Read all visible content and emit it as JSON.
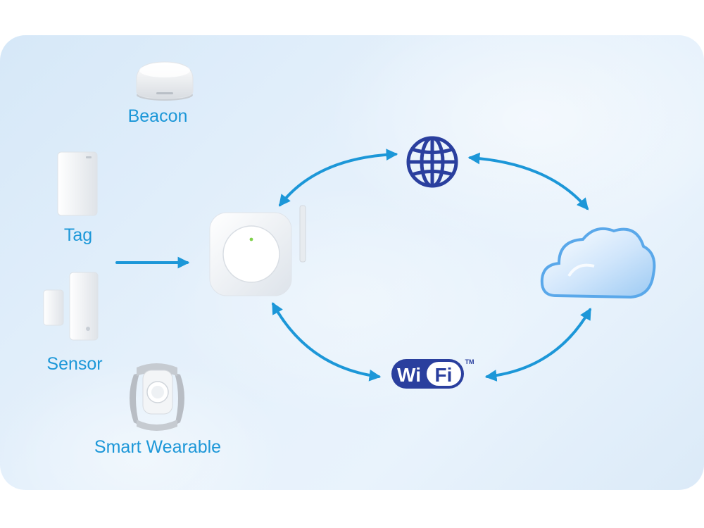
{
  "devices": {
    "beacon": "Beacon",
    "tag": "Tag",
    "sensor": "Sensor",
    "wearable": "Smart Wearable"
  },
  "wifi_logo": {
    "wi": "Wi",
    "fi": "Fi",
    "tm": "TM"
  },
  "colors": {
    "arrow": "#1c97d8",
    "label": "#1c97d8",
    "globe": "#2a3f9e",
    "wifi": "#2a3f9e",
    "cloud": "#5aa8ea"
  },
  "icons": [
    "beacon-icon",
    "tag-icon",
    "sensor-icon",
    "wearable-icon",
    "gateway-icon",
    "globe-icon",
    "wifi-logo",
    "cloud-icon"
  ]
}
